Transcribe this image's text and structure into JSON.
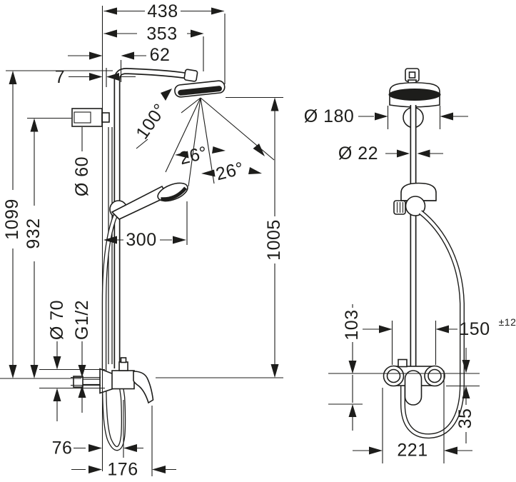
{
  "drawing": {
    "product": "Shower system with overhead shower, hand shower and single-lever mixer",
    "background": "#ffffff",
    "line_color": "#1d1d1b",
    "views": {
      "side": {
        "name": "side view",
        "dimensions": {
          "total_projection": "438",
          "spray_center_projection": "353",
          "pipe_offset": "62",
          "wall_clearance": "7",
          "total_height": "1099",
          "bracket_height": "932",
          "head_to_mixer_height": "1005",
          "spray_angle_total": "100°",
          "spray_angle_left": "26°",
          "spray_angle_right": "26°",
          "bracket_escutcheon_diameter": "Ø 60",
          "hand_shower_projection": "300",
          "escutcheon_diameter": "Ø 70",
          "connection_thread": "G1/2",
          "hose_projection": "76",
          "lever_projection": "176"
        }
      },
      "front": {
        "name": "front view",
        "dimensions": {
          "head_diameter": "Ø 180",
          "pipe_diameter": "Ø 22",
          "lever_drop": "103",
          "connection_spacing": "150",
          "connection_spacing_tolerance": "±12",
          "outlet_offset": "35",
          "mixer_width": "221"
        }
      }
    }
  }
}
